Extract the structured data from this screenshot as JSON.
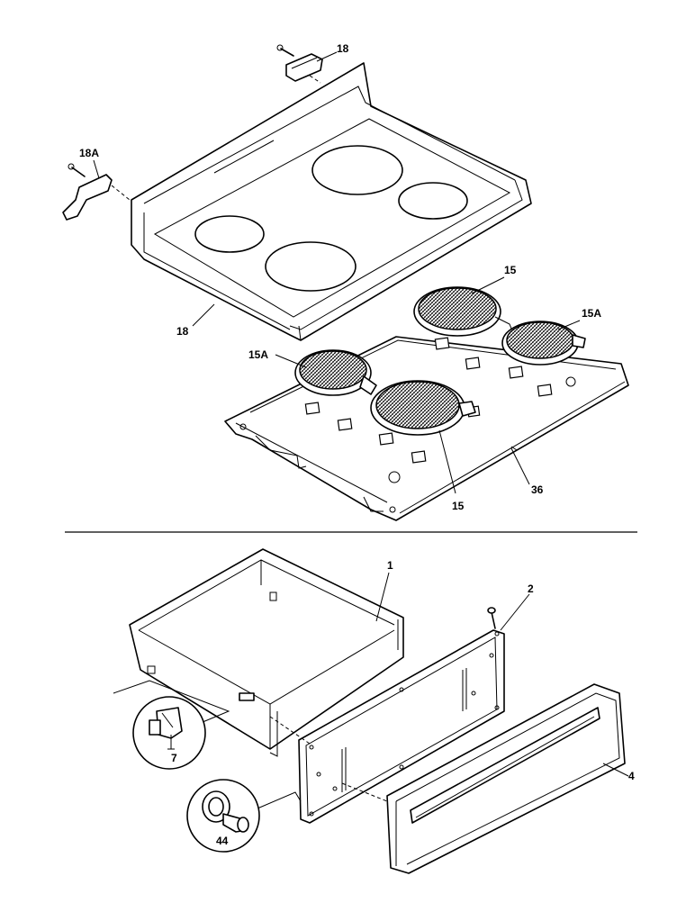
{
  "callouts": {
    "c18_top": "18",
    "c18a": "18A",
    "c18_front": "18",
    "c15_top": "15",
    "c15a_right": "15A",
    "c15a_left": "15A",
    "c15_bottom": "15",
    "c36": "36",
    "c1": "1",
    "c2": "2",
    "c4": "4",
    "c7": "7",
    "c44": "44"
  }
}
